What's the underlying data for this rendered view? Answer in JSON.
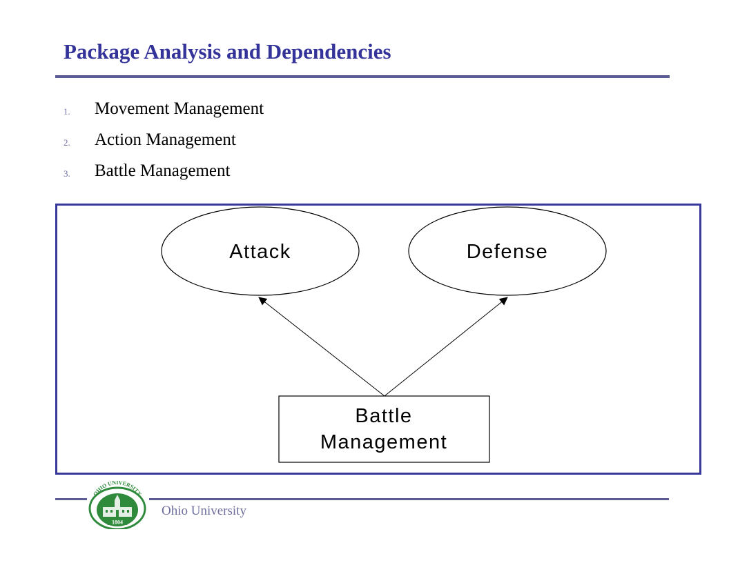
{
  "slide": {
    "title": "Package Analysis and Dependencies"
  },
  "list": {
    "items": [
      {
        "number": "1.",
        "label": "Movement Management"
      },
      {
        "number": "2.",
        "label": "Action Management"
      },
      {
        "number": "3.",
        "label": "Battle Management"
      }
    ]
  },
  "diagram": {
    "nodes": {
      "attack": "Attack",
      "defense": "Defense",
      "battle_line1": "Battle",
      "battle_line2": "Management"
    },
    "edges": [
      {
        "from": "Battle Management",
        "to": "Attack"
      },
      {
        "from": "Battle Management",
        "to": "Defense"
      }
    ]
  },
  "footer": {
    "institution": "Ohio University",
    "seal_text_top": "OHIO UNIVERSITY",
    "seal_year": "1804"
  },
  "colors": {
    "title": "#33339a",
    "rules": "#5b5b95",
    "frame": "#38389a",
    "footer_text": "#6e6e9e",
    "seal_green": "#2f8a3c"
  }
}
